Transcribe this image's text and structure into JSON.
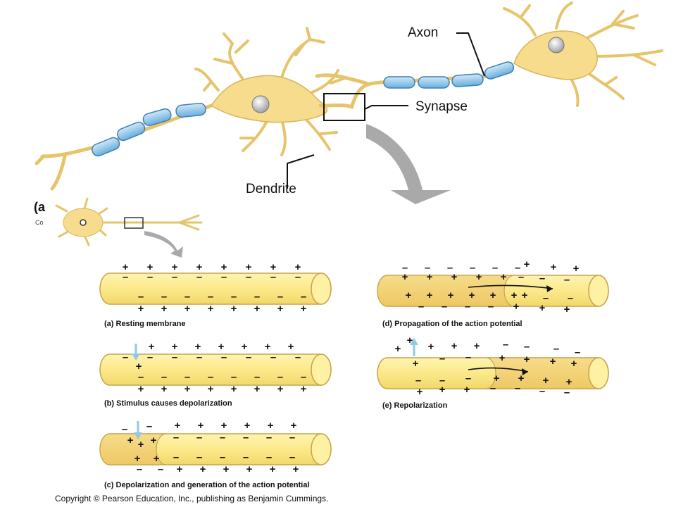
{
  "labels": {
    "axon": "Axon",
    "synapse": "Synapse",
    "dendrite": "Dendrite",
    "fragment_a": "(a",
    "fragment_co": "Co"
  },
  "panels": {
    "a": "(a) Resting membrane",
    "b": "(b) Stimulus causes depolarization",
    "c": "(c) Depolarization and generation of the action potential",
    "d": "(d) Propagation of the action potential",
    "e": "(e) Repolarization"
  },
  "copyright": "Copyright © Pearson Education, Inc., publishing as Benjamin Cummings.",
  "colors": {
    "neuron": "#f6dc8c",
    "neuron_stroke": "#c9a24a",
    "myelin": "#8ec5e8",
    "myelin_stroke": "#3d7fb5",
    "axon_tube": "#fbef94",
    "depolarized_region": "#f3d37a",
    "arrow_gray": "#a9a9a9",
    "stimulus_arrow": "#8ecae6"
  }
}
